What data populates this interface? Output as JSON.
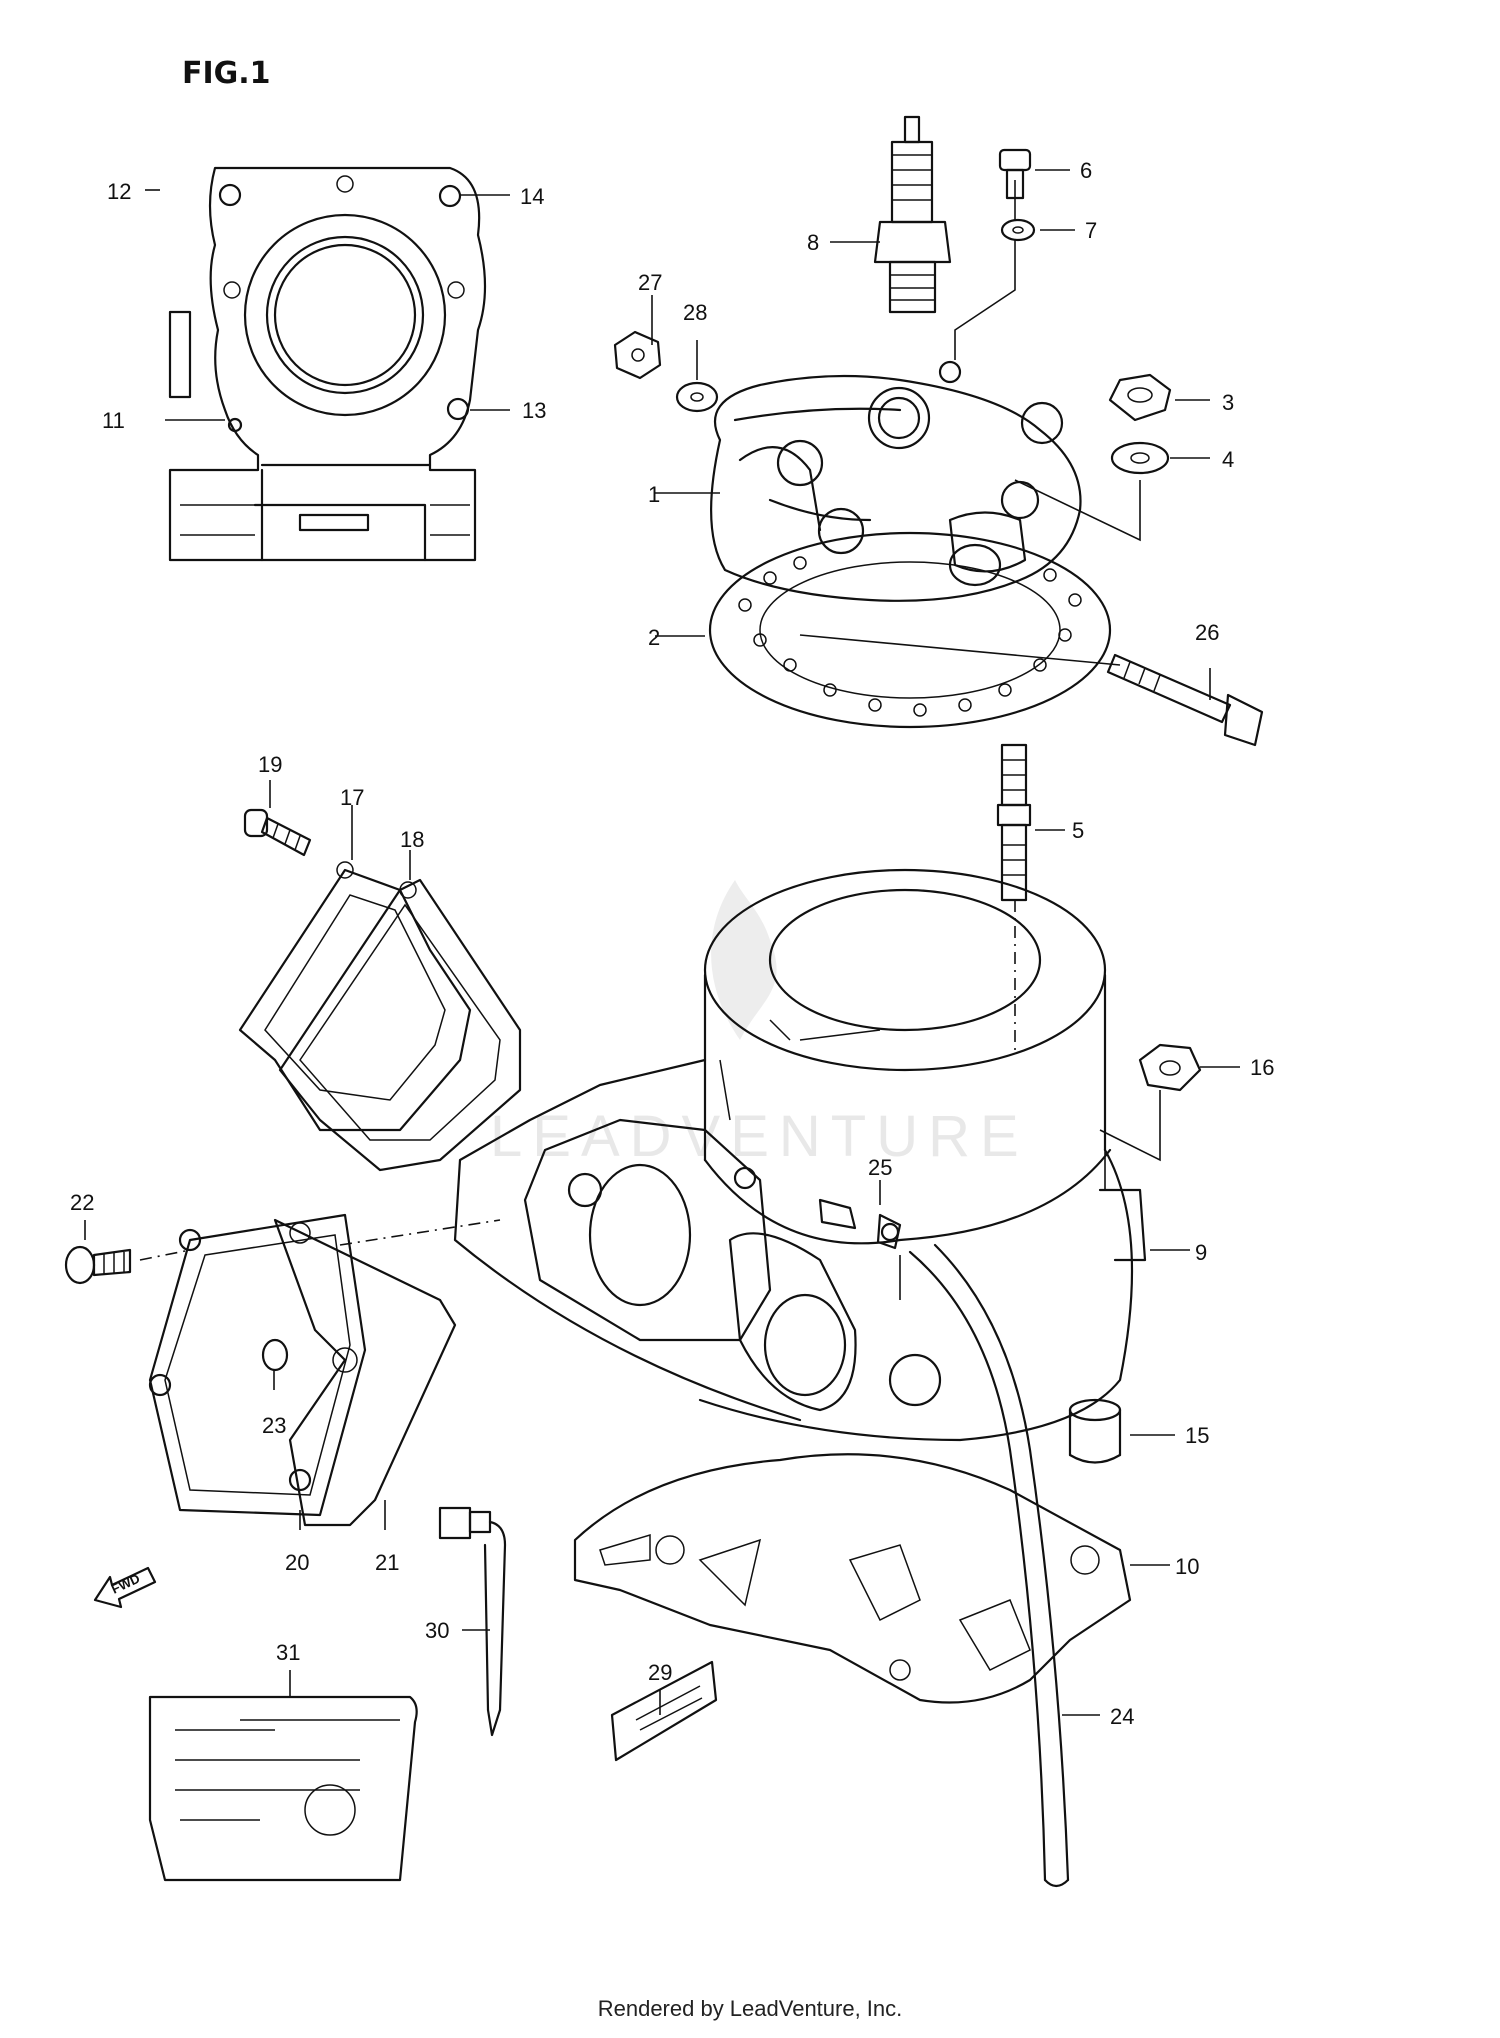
{
  "figure": {
    "title": "FIG.1",
    "watermark": "LEADVENTURE",
    "fwd_label": "FWD"
  },
  "callouts": [
    "1",
    "2",
    "3",
    "4",
    "5",
    "6",
    "7",
    "8",
    "9",
    "10",
    "11",
    "12",
    "13",
    "14",
    "15",
    "16",
    "17",
    "18",
    "19",
    "20",
    "21",
    "22",
    "23",
    "24",
    "25",
    "26",
    "27",
    "28",
    "29",
    "30",
    "31"
  ],
  "footer": {
    "credit": "Rendered by LeadVenture, Inc."
  }
}
